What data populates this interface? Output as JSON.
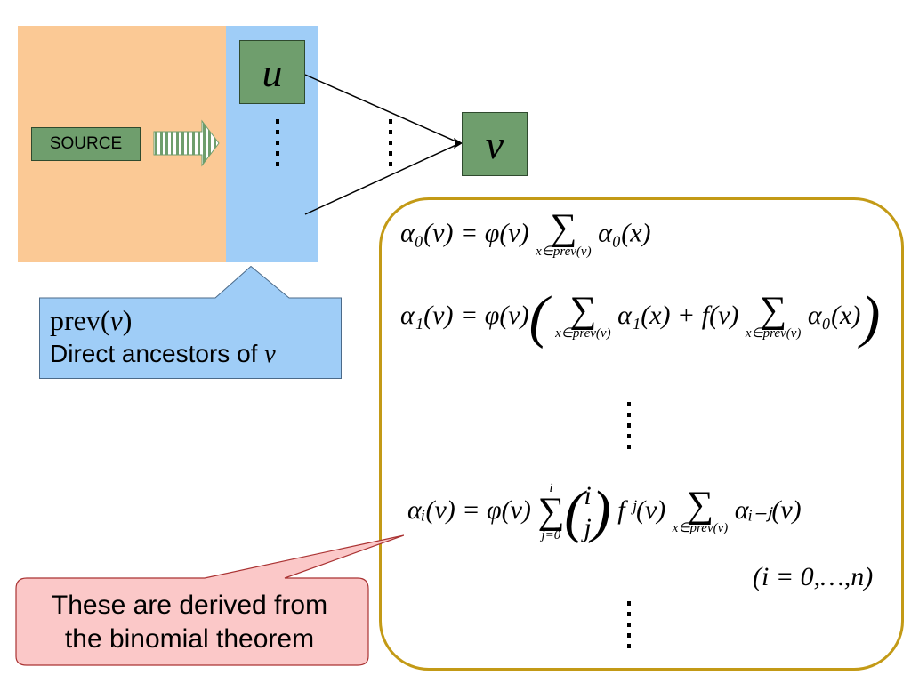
{
  "diagram": {
    "source_label": "SOURCE",
    "node_u": "u",
    "node_v": "v",
    "prev_callout": {
      "line1_prefix": "prev",
      "line1_arg": "v",
      "line2_text": "Direct ancestors of ",
      "line2_var": "v"
    },
    "binomial_callout": {
      "line1": "These are derived from",
      "line2": "the binomial theorem"
    },
    "colors": {
      "source_region": "#fbc995",
      "ancestor_region": "#9fcdf7",
      "node_fill": "#6f9e6d",
      "formula_border": "#c39a16",
      "callout_blue": "#9fcdf7",
      "callout_pink": "#fbc8c8"
    }
  },
  "equations": {
    "eq0": {
      "lhs": "α₀(v) = φ(v)",
      "sum_limit": "x∈prev(v)",
      "rhs": "α₀(x)"
    },
    "eq1": {
      "lhs": "α₁(v) = φ(v)",
      "term1": "α₁(x) + f(v)",
      "sum_limit": "x∈prev(v)",
      "term2": "α₀(x)"
    },
    "eqi": {
      "lhs": "αᵢ(v) = φ(v)",
      "sum_upper": "i",
      "sum_lower": "j=0",
      "binom_top": "i",
      "binom_bottom": "j",
      "mid": "f ʲ(v)",
      "sum_limit": "x∈prev(v)",
      "rhs": "αᵢ₋ⱼ(v)"
    },
    "range": "(i = 0,…,n)"
  }
}
